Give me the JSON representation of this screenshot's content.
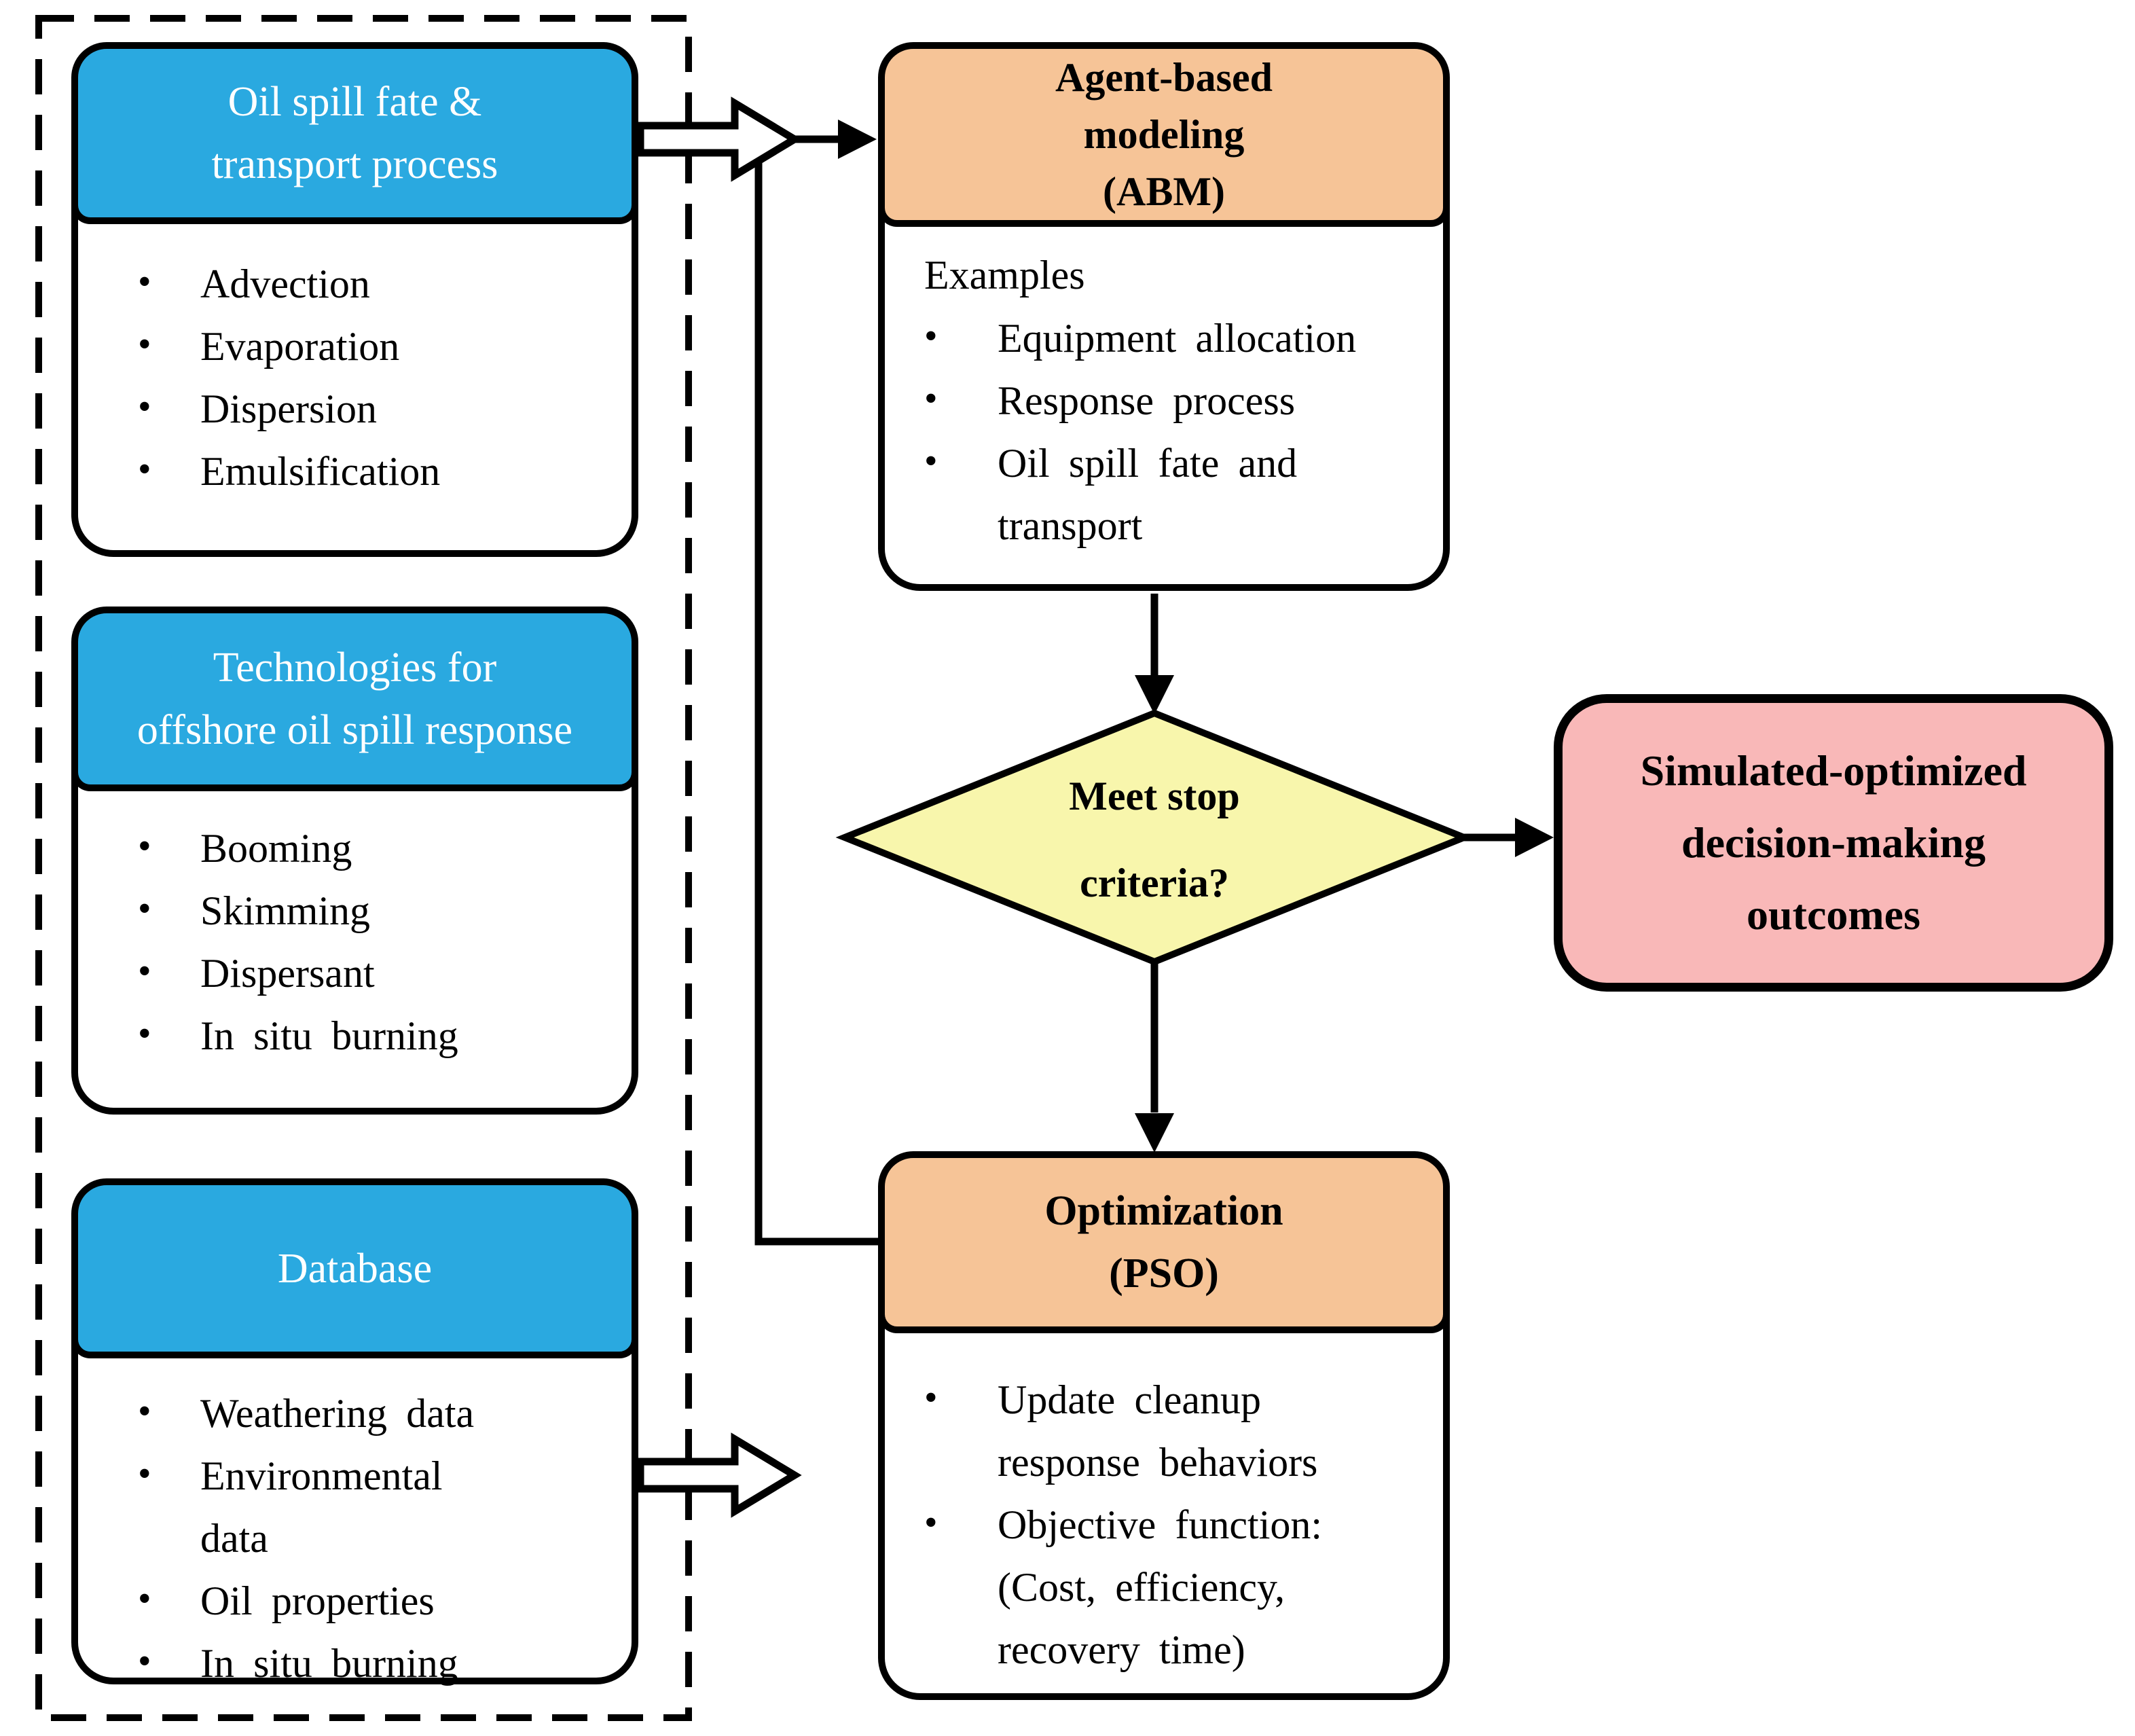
{
  "colors": {
    "node_blue": "#2AA9E0",
    "node_orange": "#F6C497",
    "node_yellow": "#F8F6AC",
    "node_pink": "#F9B8B8",
    "line": "#000000"
  },
  "input_group": {
    "oil_spill_box": {
      "title_lines": [
        "Oil spill fate &",
        "transport process"
      ],
      "bullets": [
        [
          "Advection"
        ],
        [
          "Evaporation"
        ],
        [
          "Dispersion"
        ],
        [
          "Emulsification"
        ]
      ]
    },
    "technologies_box": {
      "title_lines": [
        "Technologies for",
        "offshore oil spill response"
      ],
      "bullets": [
        [
          "Booming"
        ],
        [
          "Skimming"
        ],
        [
          "Dispersant"
        ],
        [
          "In situ burning"
        ]
      ]
    },
    "database_box": {
      "title_lines": [
        "Database"
      ],
      "bullets": [
        [
          "Weathering data"
        ],
        [
          "Environmental",
          "data"
        ],
        [
          "Oil properties"
        ],
        [
          "In situ burning"
        ]
      ]
    }
  },
  "abm_box": {
    "title_lines": [
      "Agent-based",
      "modeling",
      "(ABM)"
    ],
    "intro": "Examples",
    "bullets": [
      [
        "Equipment allocation"
      ],
      [
        "Response process"
      ],
      [
        "Oil spill fate and",
        "transport"
      ]
    ]
  },
  "decision_diamond": {
    "label_lines": [
      "Meet stop",
      "criteria?"
    ]
  },
  "pso_box": {
    "title_lines": [
      "Optimization",
      "(PSO)"
    ],
    "bullets": [
      [
        "Update cleanup",
        "response behaviors"
      ],
      [
        "Objective function:",
        "(Cost, efficiency,",
        "recovery time)"
      ]
    ]
  },
  "outcome_box": {
    "label_lines": [
      "Simulated-optimized",
      "decision-making",
      "outcomes"
    ]
  }
}
